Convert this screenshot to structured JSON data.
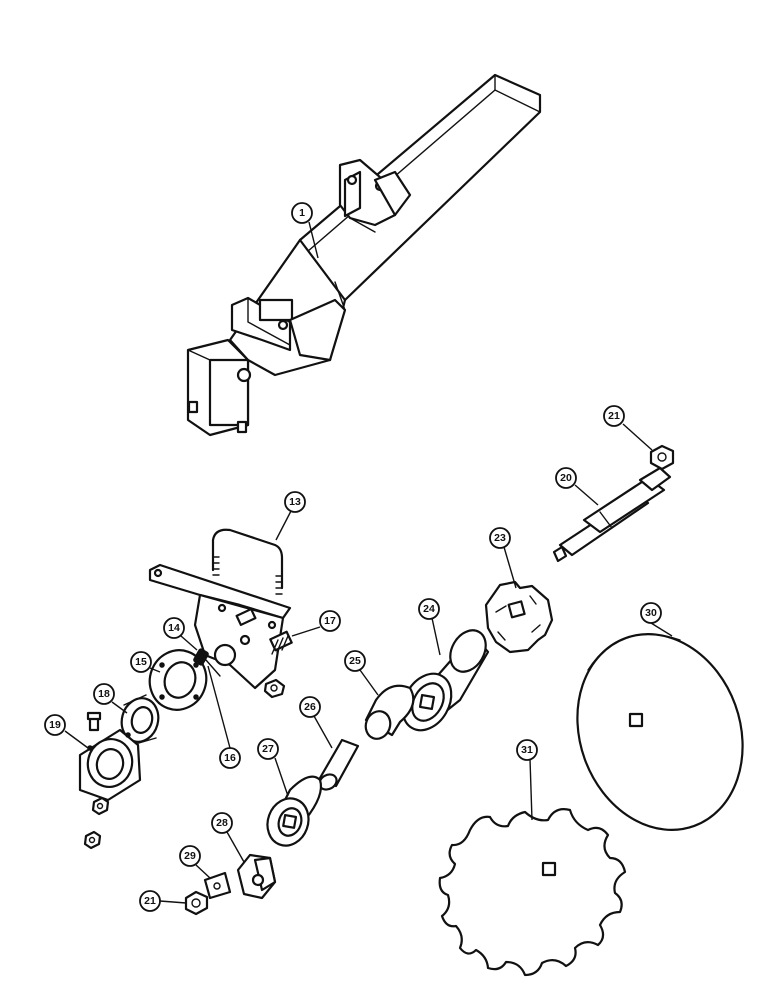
{
  "callouts": {
    "c1": "1",
    "c13": "13",
    "c14": "14",
    "c15": "15",
    "c16": "16",
    "c17": "17",
    "c18": "18",
    "c19": "19",
    "c20": "20",
    "c21a": "21",
    "c21b": "21",
    "c23": "23",
    "c24": "24",
    "c25": "25",
    "c26": "26",
    "c27": "27",
    "c28": "28",
    "c29": "29",
    "c30": "30",
    "c31": "31"
  }
}
